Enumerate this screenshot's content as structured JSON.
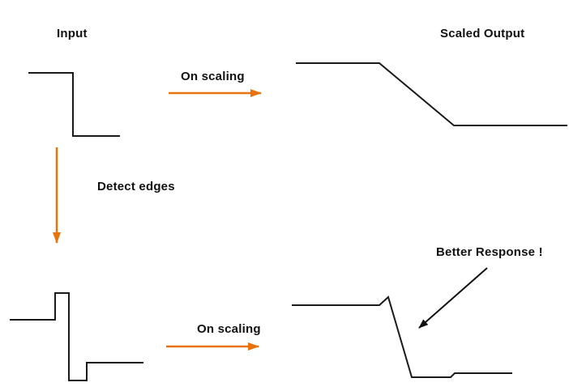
{
  "labels": {
    "input": "Input",
    "scaled_output": "Scaled Output",
    "on_scaling_top": "On scaling",
    "detect_edges": "Detect edges",
    "on_scaling_bottom": "On scaling",
    "better_response": "Better Response !"
  },
  "colors": {
    "accent_arrow": "#e8720c",
    "waveform_line": "#1a1a1a",
    "annotation_arrow": "#111111"
  }
}
